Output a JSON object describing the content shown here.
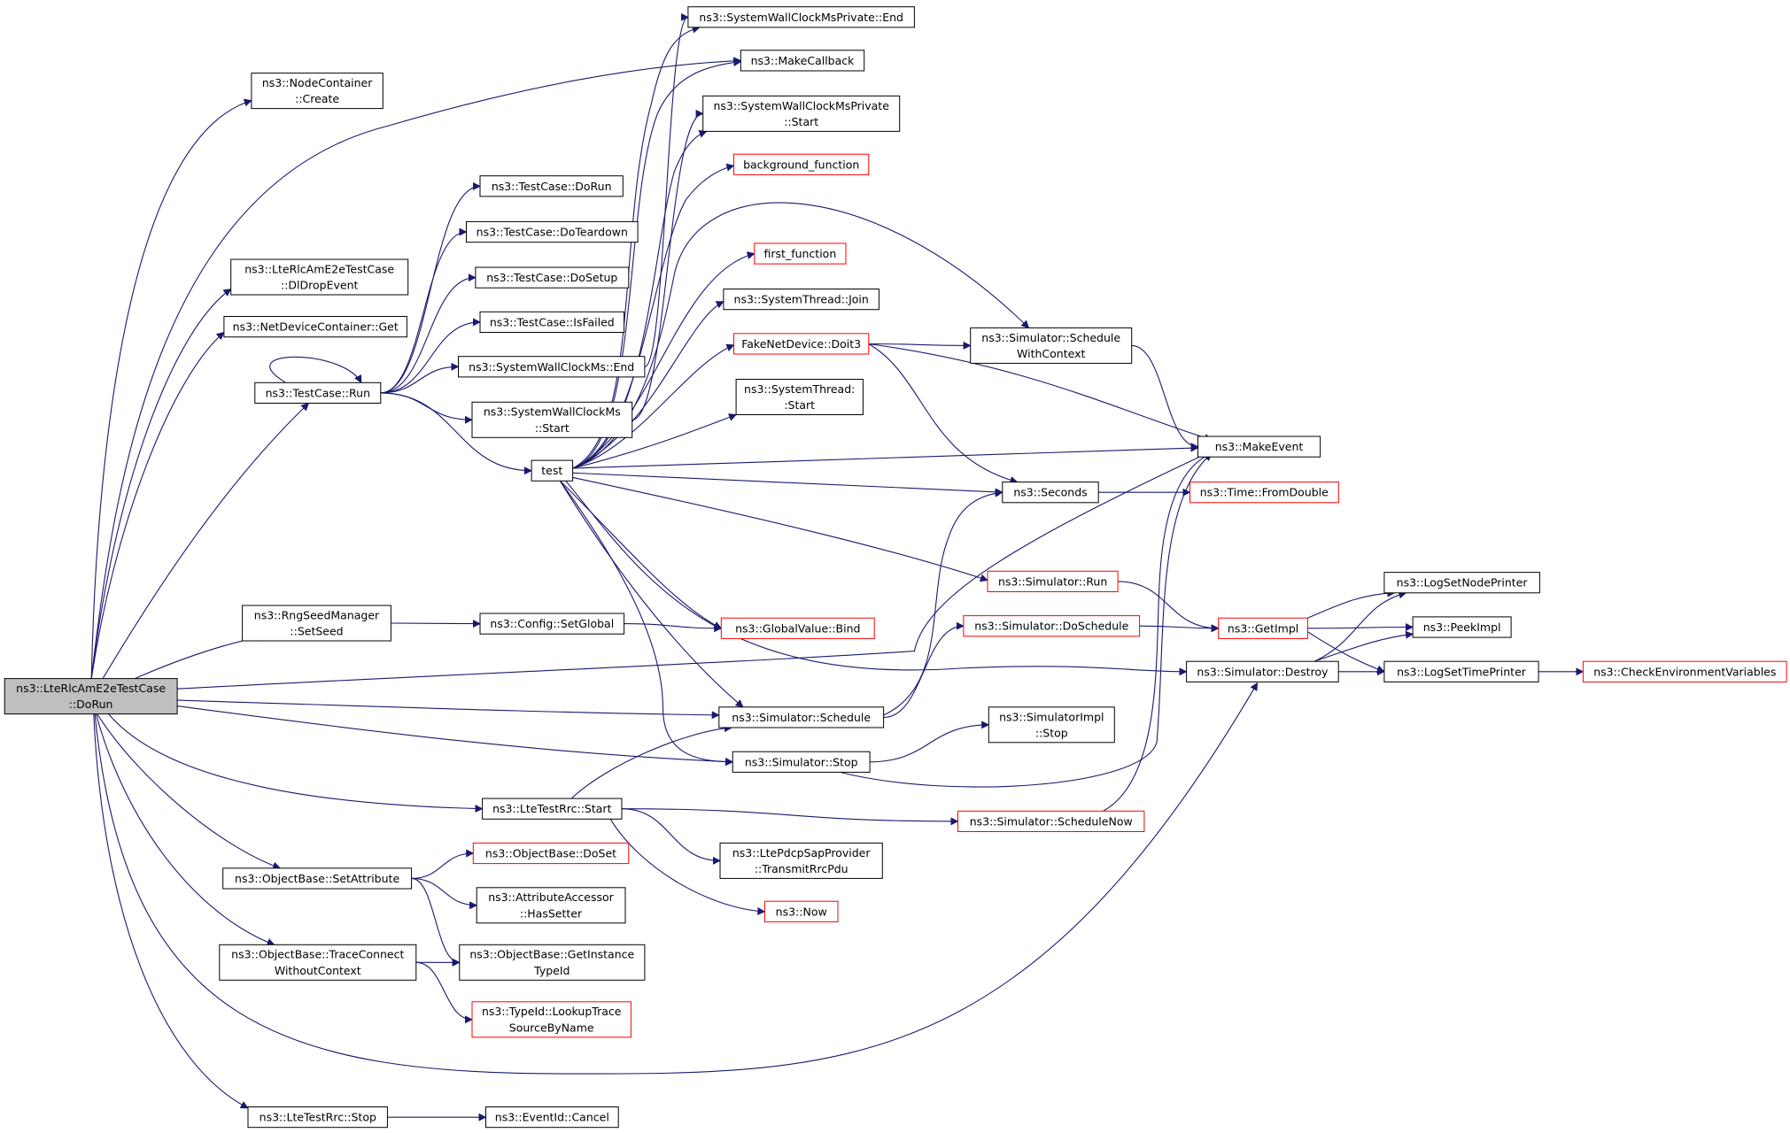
{
  "colors": {
    "edge": "#191970",
    "root_fill": "#bfbfbf",
    "node_border": "#000000",
    "incomplete_border": "#ff0000",
    "node_fill": "#ffffff"
  },
  "nodes": [
    {
      "id": "root",
      "lines": [
        "ns3::LteRlcAmE2eTestCase",
        "::DoRun"
      ],
      "style": "root"
    },
    {
      "id": "nc_create",
      "lines": [
        "ns3::NodeContainer",
        "::Create"
      ],
      "style": "normal"
    },
    {
      "id": "dl_drop",
      "lines": [
        "ns3::LteRlcAmE2eTestCase",
        "::DlDropEvent"
      ],
      "style": "normal"
    },
    {
      "id": "ndc_get",
      "lines": [
        "ns3::NetDeviceContainer::Get"
      ],
      "style": "normal"
    },
    {
      "id": "tc_run",
      "lines": [
        "ns3::TestCase::Run"
      ],
      "style": "normal"
    },
    {
      "id": "rng_seed",
      "lines": [
        "ns3::RngSeedManager",
        "::SetSeed"
      ],
      "style": "normal"
    },
    {
      "id": "ob_setattr",
      "lines": [
        "ns3::ObjectBase::SetAttribute"
      ],
      "style": "normal"
    },
    {
      "id": "ob_trace",
      "lines": [
        "ns3::ObjectBase::TraceConnect",
        "WithoutContext"
      ],
      "style": "normal"
    },
    {
      "id": "rrc_stop",
      "lines": [
        "ns3::LteTestRrc::Stop"
      ],
      "style": "normal"
    },
    {
      "id": "tc_dorun",
      "lines": [
        "ns3::TestCase::DoRun"
      ],
      "style": "normal"
    },
    {
      "id": "tc_teardown",
      "lines": [
        "ns3::TestCase::DoTeardown"
      ],
      "style": "normal"
    },
    {
      "id": "tc_setup",
      "lines": [
        "ns3::TestCase::DoSetup"
      ],
      "style": "normal"
    },
    {
      "id": "tc_failed",
      "lines": [
        "ns3::TestCase::IsFailed"
      ],
      "style": "normal"
    },
    {
      "id": "swcm_end",
      "lines": [
        "ns3::SystemWallClockMs::End"
      ],
      "style": "normal"
    },
    {
      "id": "swcm_start",
      "lines": [
        "ns3::SystemWallClockMs",
        "::Start"
      ],
      "style": "normal"
    },
    {
      "id": "test",
      "lines": [
        "test"
      ],
      "style": "normal"
    },
    {
      "id": "cfg_setglobal",
      "lines": [
        "ns3::Config::SetGlobal"
      ],
      "style": "normal"
    },
    {
      "id": "rrc_start",
      "lines": [
        "ns3::LteTestRrc::Start"
      ],
      "style": "normal"
    },
    {
      "id": "ob_doset",
      "lines": [
        "ns3::ObjectBase::DoSet"
      ],
      "style": "incomplete"
    },
    {
      "id": "aa_hassetter",
      "lines": [
        "ns3::AttributeAccessor",
        "::HasSetter"
      ],
      "style": "normal"
    },
    {
      "id": "ob_getinst",
      "lines": [
        "ns3::ObjectBase::GetInstance",
        "TypeId"
      ],
      "style": "normal"
    },
    {
      "id": "typeid_lookup",
      "lines": [
        "ns3::TypeId::LookupTrace",
        "SourceByName"
      ],
      "style": "incomplete"
    },
    {
      "id": "eid_cancel",
      "lines": [
        "ns3::EventId::Cancel"
      ],
      "style": "normal"
    },
    {
      "id": "swcmp_end",
      "lines": [
        "ns3::SystemWallClockMsPrivate::End"
      ],
      "style": "normal"
    },
    {
      "id": "make_callback",
      "lines": [
        "ns3::MakeCallback"
      ],
      "style": "normal"
    },
    {
      "id": "swcmp_start",
      "lines": [
        "ns3::SystemWallClockMsPrivate",
        "::Start"
      ],
      "style": "normal"
    },
    {
      "id": "bg_func",
      "lines": [
        "background_function"
      ],
      "style": "incomplete"
    },
    {
      "id": "first_func",
      "lines": [
        "first_function"
      ],
      "style": "incomplete"
    },
    {
      "id": "st_join",
      "lines": [
        "ns3::SystemThread::Join"
      ],
      "style": "normal"
    },
    {
      "id": "fake_doit3",
      "lines": [
        "FakeNetDevice::Doit3"
      ],
      "style": "incomplete"
    },
    {
      "id": "st_start",
      "lines": [
        "ns3::SystemThread:",
        ":Start"
      ],
      "style": "normal"
    },
    {
      "id": "gv_bind",
      "lines": [
        "ns3::GlobalValue::Bind"
      ],
      "style": "incomplete"
    },
    {
      "id": "sim_schedule",
      "lines": [
        "ns3::Simulator::Schedule"
      ],
      "style": "normal"
    },
    {
      "id": "sim_stop",
      "lines": [
        "ns3::Simulator::Stop"
      ],
      "style": "normal"
    },
    {
      "id": "pdcp_transmit",
      "lines": [
        "ns3::LtePdcpSapProvider",
        "::TransmitRrcPdu"
      ],
      "style": "normal"
    },
    {
      "id": "now",
      "lines": [
        "ns3::Now"
      ],
      "style": "incomplete"
    },
    {
      "id": "sim_schedctx",
      "lines": [
        "ns3::Simulator::Schedule",
        "WithContext"
      ],
      "style": "normal"
    },
    {
      "id": "seconds",
      "lines": [
        "ns3::Seconds"
      ],
      "style": "normal"
    },
    {
      "id": "sim_run",
      "lines": [
        "ns3::Simulator::Run"
      ],
      "style": "incomplete"
    },
    {
      "id": "sim_doschedule",
      "lines": [
        "ns3::Simulator::DoSchedule"
      ],
      "style": "incomplete"
    },
    {
      "id": "simimpl_stop",
      "lines": [
        "ns3::SimulatorImpl",
        "::Stop"
      ],
      "style": "normal"
    },
    {
      "id": "sim_schednow",
      "lines": [
        "ns3::Simulator::ScheduleNow"
      ],
      "style": "incomplete"
    },
    {
      "id": "make_event",
      "lines": [
        "ns3::MakeEvent"
      ],
      "style": "normal"
    },
    {
      "id": "time_fromdouble",
      "lines": [
        "ns3::Time::FromDouble"
      ],
      "style": "incomplete"
    },
    {
      "id": "get_impl",
      "lines": [
        "ns3::GetImpl"
      ],
      "style": "incomplete"
    },
    {
      "id": "sim_destroy",
      "lines": [
        "ns3::Simulator::Destroy"
      ],
      "style": "normal"
    },
    {
      "id": "log_nodeprinter",
      "lines": [
        "ns3::LogSetNodePrinter"
      ],
      "style": "normal"
    },
    {
      "id": "peek_impl",
      "lines": [
        "ns3::PeekImpl"
      ],
      "style": "normal"
    },
    {
      "id": "log_timeprinter",
      "lines": [
        "ns3::LogSetTimePrinter"
      ],
      "style": "normal"
    },
    {
      "id": "check_env",
      "lines": [
        "ns3::CheckEnvironmentVariables"
      ],
      "style": "incomplete"
    }
  ],
  "edges": [
    {
      "from": "root",
      "to": "nc_create"
    },
    {
      "from": "root",
      "to": "make_callback"
    },
    {
      "from": "root",
      "to": "dl_drop"
    },
    {
      "from": "root",
      "to": "ndc_get"
    },
    {
      "from": "root",
      "to": "tc_run"
    },
    {
      "from": "root",
      "to": "rng_seed"
    },
    {
      "from": "root",
      "to": "make_event"
    },
    {
      "from": "root",
      "to": "sim_schedule"
    },
    {
      "from": "root",
      "to": "sim_stop"
    },
    {
      "from": "root",
      "to": "rrc_start"
    },
    {
      "from": "root",
      "to": "ob_setattr"
    },
    {
      "from": "root",
      "to": "ob_trace"
    },
    {
      "from": "root",
      "to": "sim_destroy"
    },
    {
      "from": "root",
      "to": "rrc_stop"
    },
    {
      "from": "tc_run",
      "to": "tc_run"
    },
    {
      "from": "tc_run",
      "to": "tc_dorun"
    },
    {
      "from": "tc_run",
      "to": "tc_teardown"
    },
    {
      "from": "tc_run",
      "to": "tc_setup"
    },
    {
      "from": "tc_run",
      "to": "tc_failed"
    },
    {
      "from": "tc_run",
      "to": "swcm_end"
    },
    {
      "from": "tc_run",
      "to": "swcm_start"
    },
    {
      "from": "tc_run",
      "to": "test"
    },
    {
      "from": "swcm_end",
      "to": "swcmp_end"
    },
    {
      "from": "swcm_start",
      "to": "swcmp_start"
    },
    {
      "from": "rng_seed",
      "to": "cfg_setglobal"
    },
    {
      "from": "cfg_setglobal",
      "to": "gv_bind"
    },
    {
      "from": "test",
      "to": "swcmp_end"
    },
    {
      "from": "test",
      "to": "make_callback"
    },
    {
      "from": "test",
      "to": "swcmp_start"
    },
    {
      "from": "test",
      "to": "bg_func"
    },
    {
      "from": "test",
      "to": "sim_schedctx"
    },
    {
      "from": "test",
      "to": "first_func"
    },
    {
      "from": "test",
      "to": "st_join"
    },
    {
      "from": "test",
      "to": "fake_doit3"
    },
    {
      "from": "test",
      "to": "st_start"
    },
    {
      "from": "test",
      "to": "make_event"
    },
    {
      "from": "test",
      "to": "seconds"
    },
    {
      "from": "test",
      "to": "sim_run"
    },
    {
      "from": "test",
      "to": "gv_bind"
    },
    {
      "from": "test",
      "to": "sim_destroy"
    },
    {
      "from": "test",
      "to": "sim_schedule"
    },
    {
      "from": "test",
      "to": "sim_stop"
    },
    {
      "from": "fake_doit3",
      "to": "sim_schedctx"
    },
    {
      "from": "fake_doit3",
      "to": "make_event"
    },
    {
      "from": "fake_doit3",
      "to": "seconds"
    },
    {
      "from": "sim_schedctx",
      "to": "make_event"
    },
    {
      "from": "seconds",
      "to": "time_fromdouble"
    },
    {
      "from": "sim_run",
      "to": "get_impl"
    },
    {
      "from": "sim_doschedule",
      "to": "get_impl"
    },
    {
      "from": "sim_schedule",
      "to": "sim_doschedule"
    },
    {
      "from": "sim_schedule",
      "to": "seconds"
    },
    {
      "from": "sim_stop",
      "to": "simimpl_stop"
    },
    {
      "from": "sim_stop",
      "to": "make_event"
    },
    {
      "from": "rrc_start",
      "to": "sim_schedule"
    },
    {
      "from": "rrc_start",
      "to": "sim_schednow"
    },
    {
      "from": "rrc_start",
      "to": "pdcp_transmit"
    },
    {
      "from": "rrc_start",
      "to": "now"
    },
    {
      "from": "sim_schednow",
      "to": "make_event"
    },
    {
      "from": "ob_setattr",
      "to": "ob_doset"
    },
    {
      "from": "ob_setattr",
      "to": "aa_hassetter"
    },
    {
      "from": "ob_setattr",
      "to": "ob_getinst"
    },
    {
      "from": "ob_trace",
      "to": "ob_getinst"
    },
    {
      "from": "ob_trace",
      "to": "typeid_lookup"
    },
    {
      "from": "rrc_stop",
      "to": "eid_cancel"
    },
    {
      "from": "get_impl",
      "to": "log_nodeprinter"
    },
    {
      "from": "get_impl",
      "to": "peek_impl"
    },
    {
      "from": "get_impl",
      "to": "log_timeprinter"
    },
    {
      "from": "sim_destroy",
      "to": "log_nodeprinter"
    },
    {
      "from": "sim_destroy",
      "to": "peek_impl"
    },
    {
      "from": "sim_destroy",
      "to": "log_timeprinter"
    },
    {
      "from": "log_timeprinter",
      "to": "check_env"
    }
  ]
}
